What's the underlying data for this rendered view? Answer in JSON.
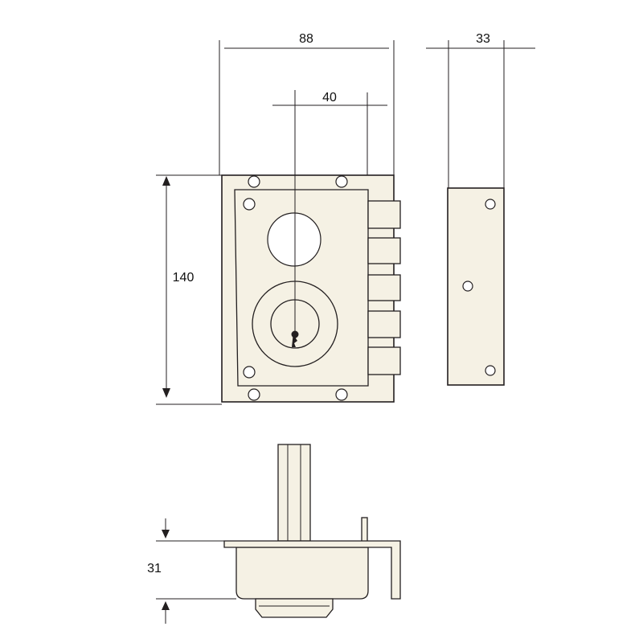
{
  "dimensions": {
    "width_label": "88",
    "depth_label": "33",
    "backset_label": "40",
    "height_label": "140",
    "thickness_label": "31"
  },
  "colors": {
    "line": "#231f20",
    "body_fill": "#f5f1e4",
    "background": "#ffffff"
  }
}
